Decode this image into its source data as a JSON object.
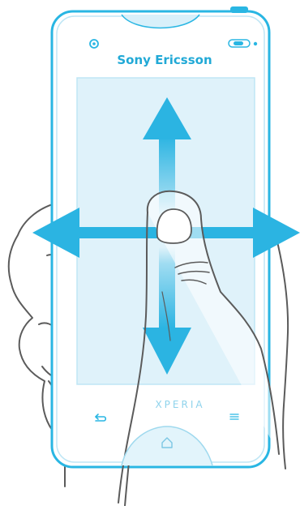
{
  "device": {
    "brand": "Sony Ericsson",
    "model_logo": "XPERIA"
  },
  "buttons": {
    "back_icon": "back-arrow-icon",
    "home_icon": "home-icon",
    "menu_icon": "menu-icon"
  },
  "gesture": {
    "directions": [
      "up",
      "down",
      "left",
      "right"
    ],
    "description_visible": false
  },
  "colors": {
    "body_outline": "#29b6e3",
    "screen_fill": "#dff2fa",
    "arrow": "#2bb4e2",
    "hand_outline": "#5b5b5b"
  }
}
